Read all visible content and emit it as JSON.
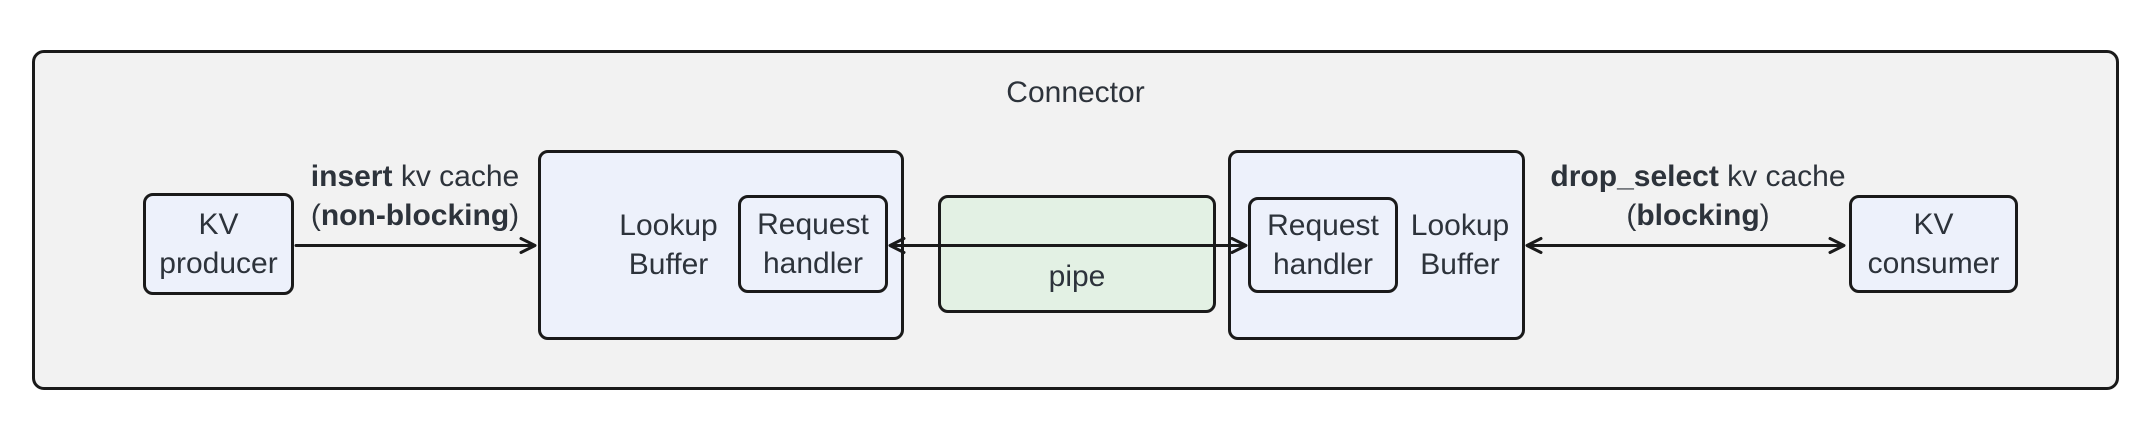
{
  "diagram": {
    "title": "Connector",
    "nodes": {
      "kv_producer": {
        "line1": "KV",
        "line2": "producer"
      },
      "lookup_buffer_left": {
        "line1": "Lookup",
        "line2": "Buffer"
      },
      "request_handler_left": {
        "line1": "Request",
        "line2": "handler"
      },
      "pipe": {
        "label": "pipe"
      },
      "request_handler_right": {
        "line1": "Request",
        "line2": "handler"
      },
      "lookup_buffer_right": {
        "line1": "Lookup",
        "line2": "Buffer"
      },
      "kv_consumer": {
        "line1": "KV",
        "line2": "consumer"
      }
    },
    "edges": {
      "insert": {
        "line1_bold": "insert",
        "line1_rest": " kv cache",
        "line2_pre": "(",
        "line2_bold": "non-blocking",
        "line2_post": ")"
      },
      "drop_select": {
        "line1_bold": "drop_select",
        "line1_rest": " kv cache",
        "line2_pre": "(",
        "line2_bold": "blocking",
        "line2_post": ")"
      }
    },
    "colors": {
      "container_fill": "#f2f2f2",
      "node_fill": "#edf1fb",
      "pipe_fill": "#e3f1e4",
      "border": "#1a1a1a",
      "text": "#2d333b"
    }
  }
}
